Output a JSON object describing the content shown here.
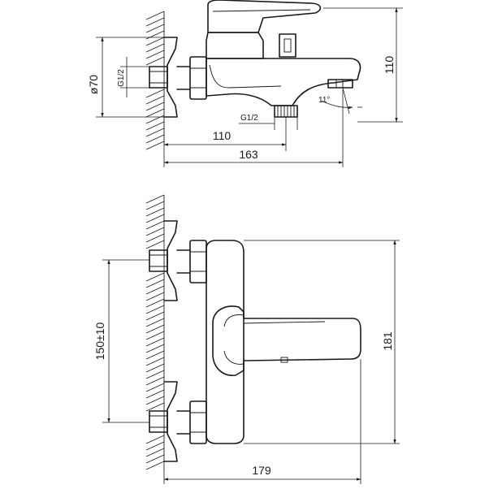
{
  "top_view": {
    "dim_diameter": "ø70",
    "dim_g12_left": "G1/2",
    "dim_height": "110",
    "dim_angle": "11°",
    "dim_g12_bottom": "G1/2",
    "dim_110": "110",
    "dim_163": "163"
  },
  "front_view": {
    "dim_spacing": "150±10",
    "dim_height": "181",
    "dim_width": "179"
  }
}
